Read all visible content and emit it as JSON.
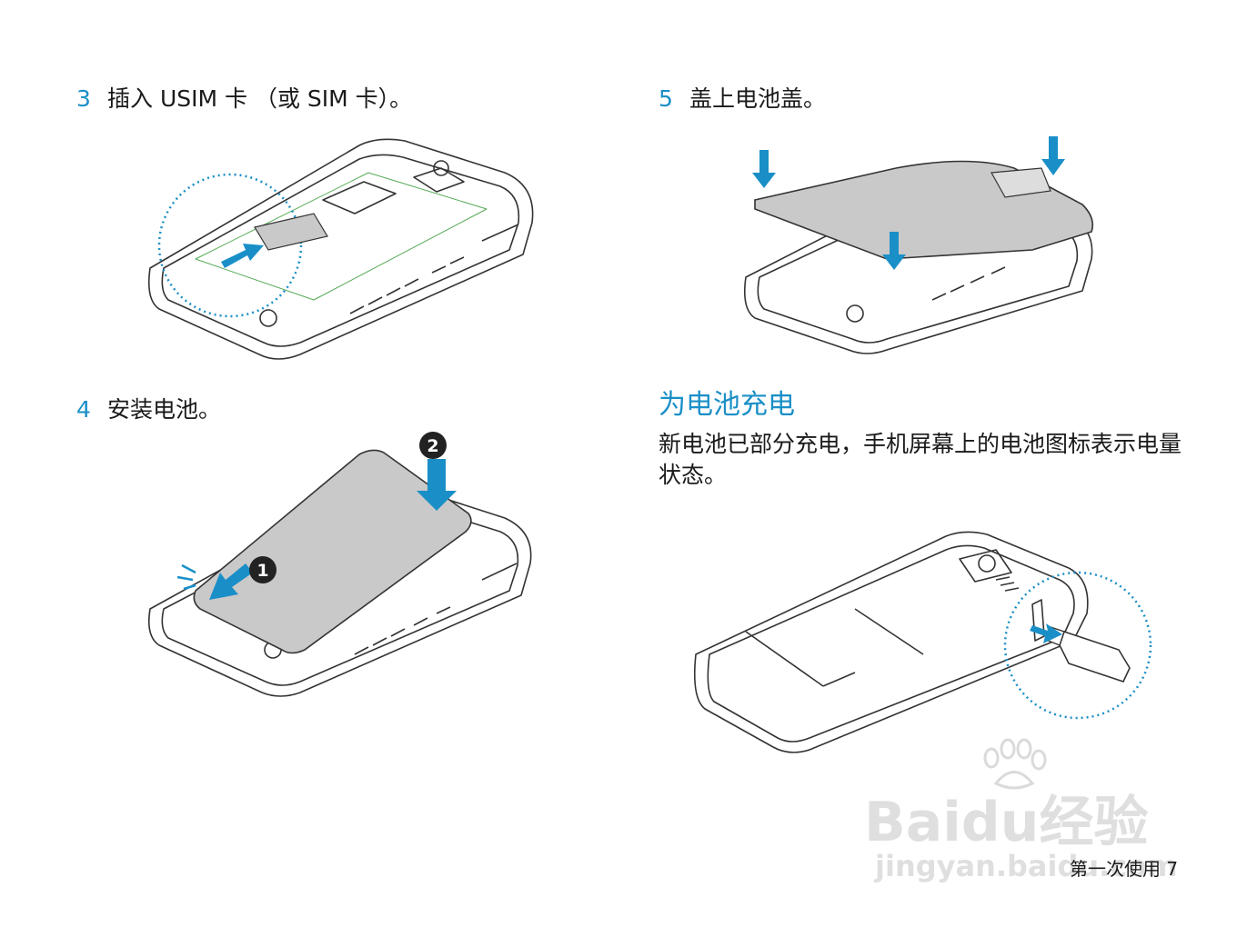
{
  "steps": [
    {
      "num": "3",
      "text": "插入 USIM 卡 （或 SIM 卡）。"
    },
    {
      "num": "4",
      "text": "安装电池。"
    },
    {
      "num": "5",
      "text": "盖上电池盖。"
    }
  ],
  "figure_markers": {
    "one": "1",
    "two": "2"
  },
  "section": {
    "title": "为电池充电",
    "paragraph": "新电池已部分充电，手机屏幕上的电池图标表示电量状态。"
  },
  "footer": {
    "section_name": "第一次使用",
    "page_number": "7"
  },
  "watermark": {
    "brand": "Bai",
    "brand_middle": "du",
    "brand_cn": "经验",
    "url": "jingyan.baidu.com"
  },
  "colors": {
    "accent": "#1a8fc7",
    "text": "#1a1a1a",
    "battery_fill": "#c9c9c9"
  }
}
